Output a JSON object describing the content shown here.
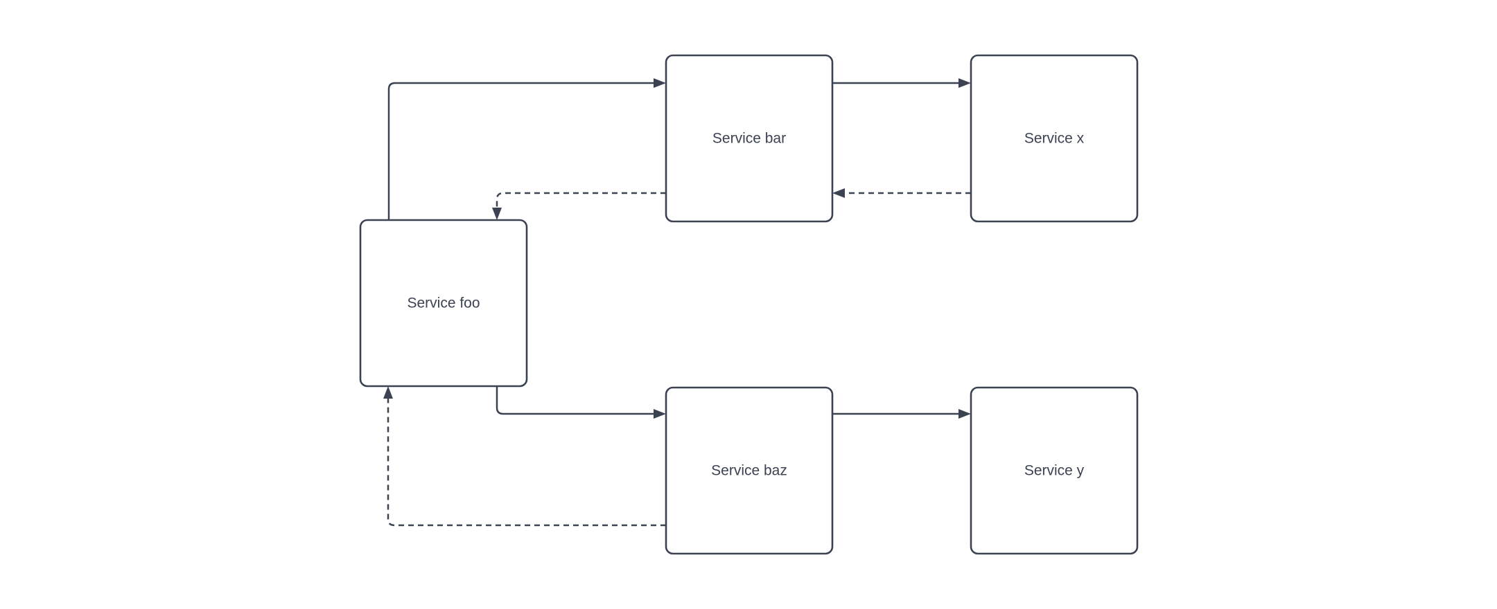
{
  "diagram": {
    "theme": {
      "background": "#ffffff",
      "stroke": "#3b4252",
      "text": "#3b4252"
    },
    "nodes": [
      {
        "id": "service-foo",
        "label": "Service foo"
      },
      {
        "id": "service-bar",
        "label": "Service bar"
      },
      {
        "id": "service-x",
        "label": "Service x"
      },
      {
        "id": "service-baz",
        "label": "Service baz"
      },
      {
        "id": "service-y",
        "label": "Service y"
      }
    ],
    "edges": [
      {
        "from": "Service foo",
        "to": "Service bar",
        "style": "solid",
        "description": "solid arrow from top of Service foo up and right into left side of Service bar"
      },
      {
        "from": "Service bar",
        "to": "Service x",
        "style": "solid",
        "description": "solid arrow from right side of Service bar into left side of Service x"
      },
      {
        "from": "Service x",
        "to": "Service bar",
        "style": "dashed",
        "description": "dashed arrow from left side of Service x back into right side of Service bar"
      },
      {
        "from": "Service bar",
        "to": "Service foo",
        "style": "dashed",
        "description": "dashed arrow from left side of Service bar down into top of Service foo"
      },
      {
        "from": "Service foo",
        "to": "Service baz",
        "style": "solid",
        "description": "solid arrow from bottom of Service foo down and right into left side of Service baz"
      },
      {
        "from": "Service baz",
        "to": "Service y",
        "style": "solid",
        "description": "solid arrow from right side of Service baz into left side of Service y"
      },
      {
        "from": "Service baz",
        "to": "Service foo",
        "style": "dashed",
        "description": "dashed arrow from left side of Service baz left and up into bottom of Service foo"
      }
    ]
  }
}
